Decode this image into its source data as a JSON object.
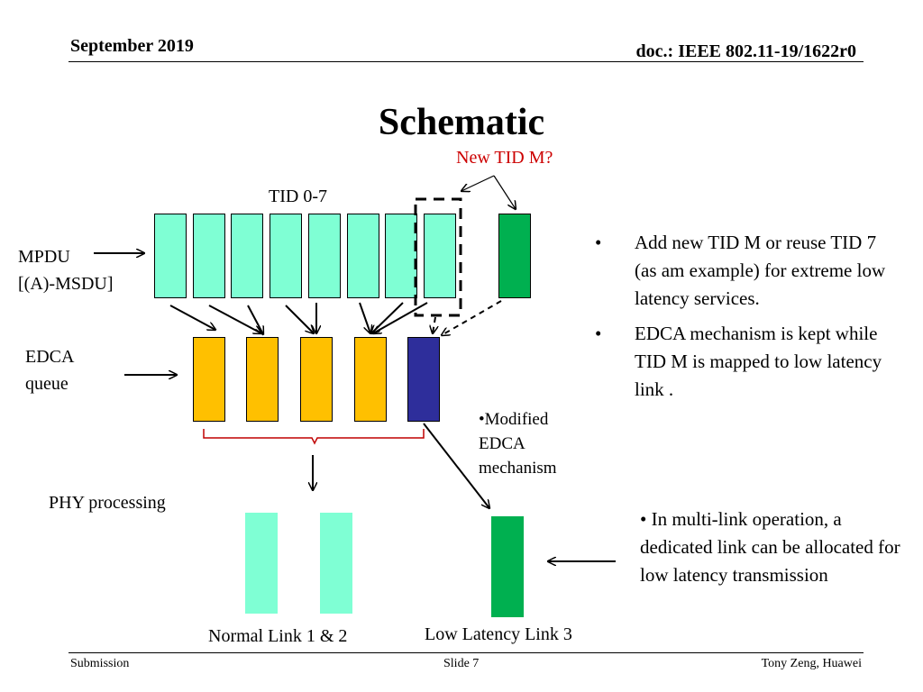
{
  "header": {
    "date": "September 2019",
    "doc": "doc.: IEEE 802.11-19/1622r0"
  },
  "title": "Schematic",
  "diagram": {
    "new_tid_label": "New TID M?",
    "tid_range_label": "TID 0-7",
    "mpdu_label_line1": "MPDU",
    "mpdu_label_line2": "[(A)-MSDU]",
    "edca_label_line1": "EDCA",
    "edca_label_line2": "queue",
    "modified_line1": "•Modified",
    "modified_line2": "EDCA",
    "modified_line3": "mechanism",
    "phy_label": "PHY processing",
    "normal_link_label": "Normal Link 1 & 2",
    "low_latency_label": "Low Latency Link 3",
    "colors": {
      "tid": "#7fffd4",
      "tid_m": "#00b050",
      "edca": "#ffc000",
      "edca_m": "#2e2e9b",
      "brace": "#c00000"
    }
  },
  "bullets": [
    {
      "marker": "•",
      "text": "Add new TID M or reuse TID 7 (as am example)  for extreme low latency services."
    },
    {
      "marker": "•",
      "text": "EDCA mechanism is kept while TID M is mapped to low latency link ."
    }
  ],
  "mlo_note": "• In multi-link operation, a dedicated link can be allocated for low latency transmission",
  "footer": {
    "left": "Submission",
    "center": "Slide 7",
    "right": "Tony Zeng, Huawei"
  }
}
